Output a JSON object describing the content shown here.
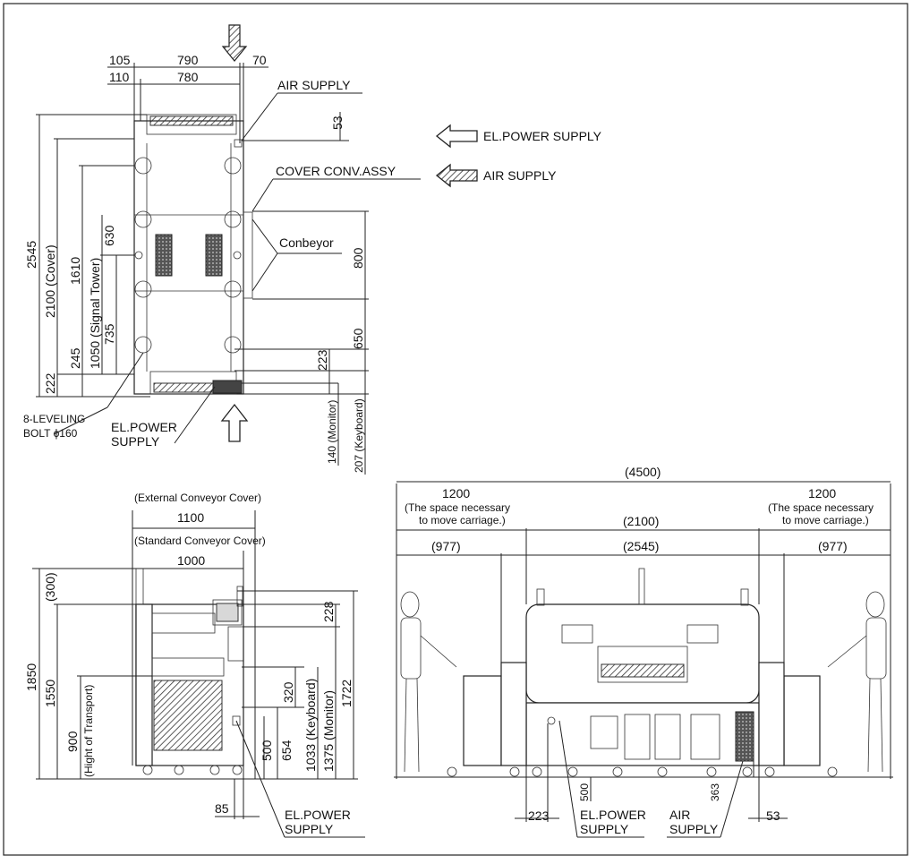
{
  "legend": {
    "el_power_supply": "EL.POWER SUPPLY",
    "air_supply": "AIR SUPPLY"
  },
  "top_view": {
    "dims": {
      "d105": "105",
      "d790": "790",
      "d70": "70",
      "d110": "110",
      "d780": "780",
      "d53": "53",
      "d800": "800",
      "d650": "650",
      "d223": "223",
      "d2545": "2545",
      "d2100_cover": "2100 (Cover)",
      "d1610": "1610",
      "d1050": "1050 (Signal Tower)",
      "d630": "630",
      "d735": "735",
      "d245": "245",
      "d222": "222",
      "d140_monitor": "140 (Monitor)",
      "d207_keyboard": "207 (Keyboard)"
    },
    "labels": {
      "air_supply": "AIR SUPPLY",
      "cover_conv": "COVER CONV.ASSY",
      "conbeyor": "Conbeyor",
      "leveling_1": "8-LEVELING",
      "leveling_2": "BOLT ϕ160",
      "el_power_1": "EL.POWER",
      "el_power_2": "SUPPLY"
    }
  },
  "side_view": {
    "dims": {
      "ext_cover": "(External Conveyor Cover)",
      "d1100": "1100",
      "std_cover": "(Standard Conveyor Cover)",
      "d1000": "1000",
      "d300": "(300)",
      "d228": "228",
      "d1850": "1850",
      "d1550": "1550",
      "d900": "900",
      "hight_transport": "(Hight of Transport)",
      "d320": "320",
      "d500": "500",
      "d654": "654",
      "d1033": "1033 (Keyboard)",
      "d1375": "1375 (Monitor)",
      "d1722": "1722",
      "d85": "85"
    },
    "labels": {
      "el_power_1": "EL.POWER",
      "el_power_2": "SUPPLY"
    }
  },
  "front_view": {
    "dims": {
      "d4500": "(4500)",
      "d1200_left": "1200",
      "d1200_right": "1200",
      "space_1": "(The space necessary",
      "space_2": "to move carriage.)",
      "space_1_r": "(The space necessary",
      "space_2_r": "to move carriage.)",
      "d2100": "(2100)",
      "d977_left": "(977)",
      "d2545": "(2545)",
      "d977_right": "(977)",
      "d223": "223",
      "d500": "500",
      "d363": "363",
      "d53": "53"
    },
    "labels": {
      "el_power_1": "EL.POWER",
      "el_power_2": "SUPPLY",
      "air_1": "AIR",
      "air_2": "SUPPLY"
    }
  }
}
